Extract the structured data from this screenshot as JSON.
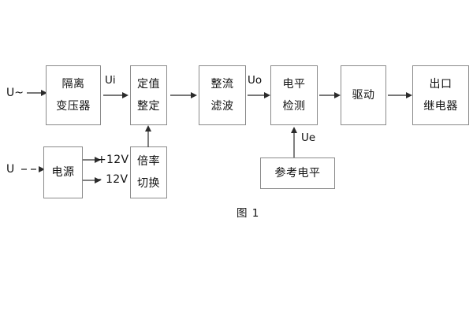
{
  "diagram": {
    "caption": "图 1",
    "background": "#ffffff",
    "line_color": "#8a8a8a",
    "text_color": "#111111",
    "blocks": [
      {
        "id": "isolation-transformer",
        "lines": [
          "隔离",
          "变压器"
        ]
      },
      {
        "id": "setting-value",
        "lines": [
          "定值",
          "整定"
        ]
      },
      {
        "id": "rectify-filter",
        "lines": [
          "整流",
          "滤波"
        ]
      },
      {
        "id": "level-detect",
        "lines": [
          "电平",
          "检测"
        ]
      },
      {
        "id": "drive",
        "lines": [
          "驱动"
        ]
      },
      {
        "id": "output-relay",
        "lines": [
          "出口",
          "继电器"
        ]
      },
      {
        "id": "power-supply",
        "lines": [
          "电源"
        ]
      },
      {
        "id": "ratio-switch",
        "lines": [
          "倍率",
          "切换"
        ]
      },
      {
        "id": "reference-level",
        "lines": [
          "参考电平"
        ]
      }
    ],
    "labels": {
      "input_ac": "U~",
      "input_dc": "U",
      "ui": "Ui",
      "uo": "Uo",
      "ue": "Ue",
      "rail_pos": "+12V",
      "rail_neg": "- 12V"
    }
  }
}
